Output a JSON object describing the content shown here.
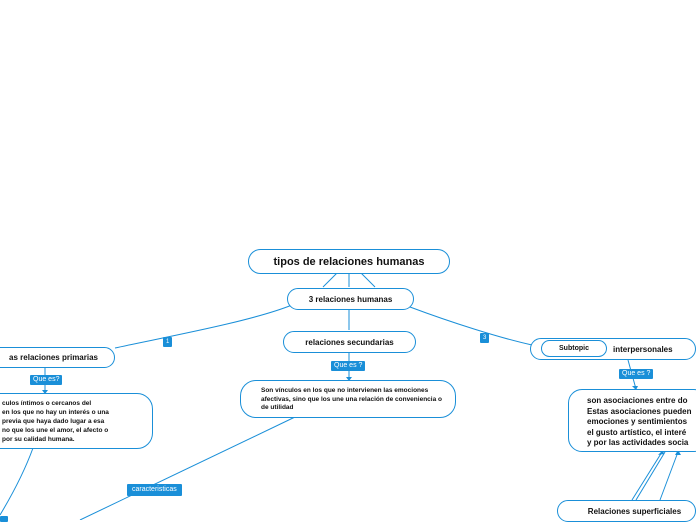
{
  "root": {
    "label": "tipos de relaciones humanas"
  },
  "main": {
    "label": "3 relaciones humanas"
  },
  "secondary": {
    "label": "relaciones secundarias",
    "link_label": "Que es ?",
    "description": "Son vínculos en los que no intervienen las emociones afectivas, sino que los une una relación de conveniencia o de utilidad"
  },
  "primary": {
    "label": "as relaciones primarias",
    "link_label": "Que es?",
    "description_lines": [
      "culos íntimos o cercanos del",
      "en los que no hay un interés o una",
      "previa que haya dado lugar a esa",
      "no que los une el amor, el afecto o",
      "por su calidad humana."
    ]
  },
  "interpersonal": {
    "label": "interpersonales",
    "subtopic": "Subtopic",
    "link_label": "Que es ?",
    "description_lines": [
      "son asociaciones entre do",
      "Estas asociaciones pueden",
      "emociones y sentimientos",
      "el gusto artístico, el interé",
      "y por las actividades socia"
    ]
  },
  "superficial": {
    "label": "Relaciones superficiales"
  },
  "link_labels": {
    "to_primary": "1",
    "to_interpersonal": "3",
    "characteristics": "caracteristicas"
  },
  "colors": {
    "accent": "#1a8fd8",
    "node_border": "#1a8fd8",
    "text": "#111111"
  }
}
